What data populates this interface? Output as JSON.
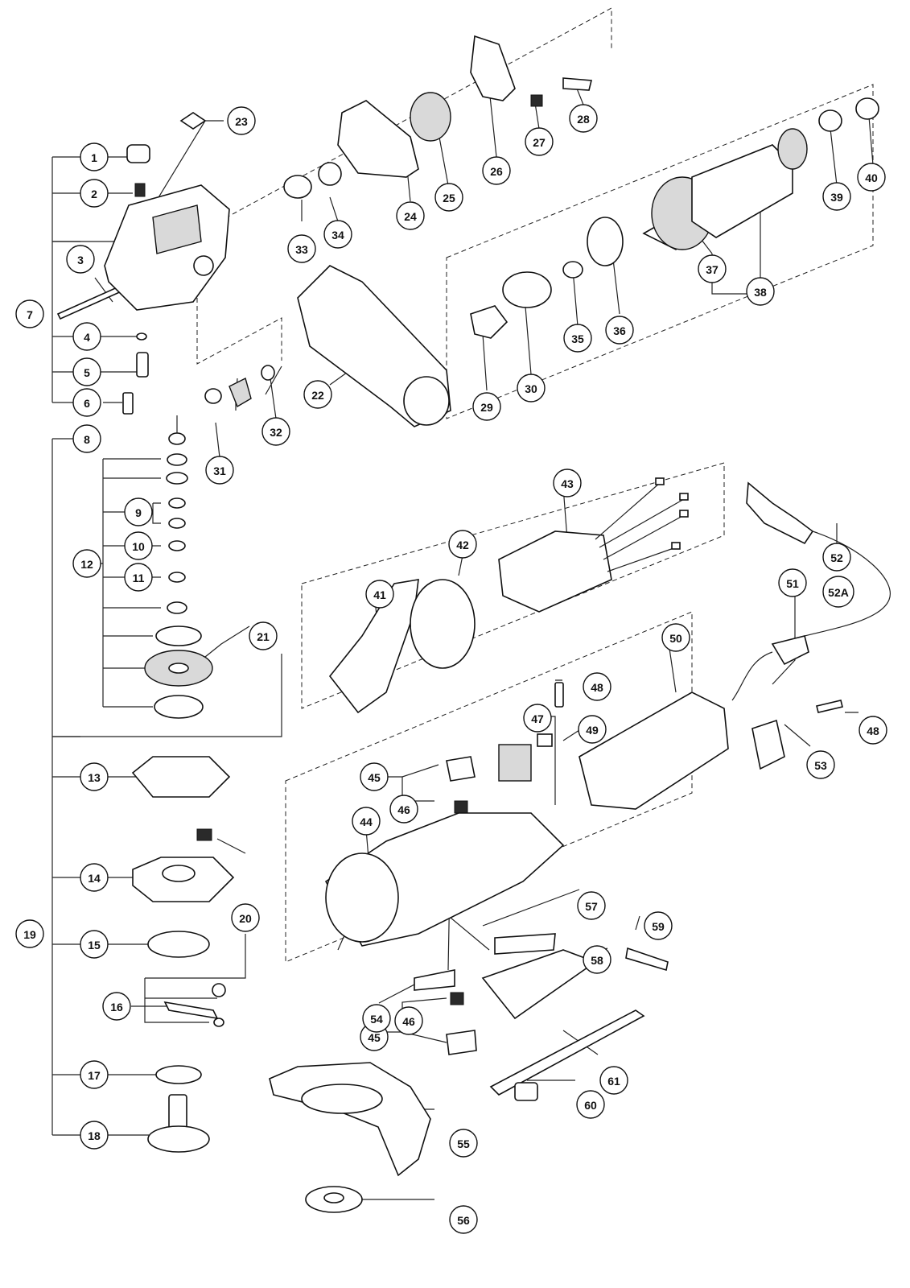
{
  "callouts": [
    {
      "id": "c1",
      "label": "1"
    },
    {
      "id": "c2",
      "label": "2"
    },
    {
      "id": "c3",
      "label": "3"
    },
    {
      "id": "c4",
      "label": "4"
    },
    {
      "id": "c5",
      "label": "5"
    },
    {
      "id": "c6",
      "label": "6"
    },
    {
      "id": "c7",
      "label": "7"
    },
    {
      "id": "c8",
      "label": "8"
    },
    {
      "id": "c9",
      "label": "9"
    },
    {
      "id": "c10",
      "label": "10"
    },
    {
      "id": "c11",
      "label": "11"
    },
    {
      "id": "c12",
      "label": "12"
    },
    {
      "id": "c13",
      "label": "13"
    },
    {
      "id": "c14",
      "label": "14"
    },
    {
      "id": "c15",
      "label": "15"
    },
    {
      "id": "c16",
      "label": "16"
    },
    {
      "id": "c17",
      "label": "17"
    },
    {
      "id": "c18",
      "label": "18"
    },
    {
      "id": "c19",
      "label": "19"
    },
    {
      "id": "c20",
      "label": "20"
    },
    {
      "id": "c21",
      "label": "21"
    },
    {
      "id": "c22",
      "label": "22"
    },
    {
      "id": "c23",
      "label": "23"
    },
    {
      "id": "c24",
      "label": "24"
    },
    {
      "id": "c25",
      "label": "25"
    },
    {
      "id": "c26",
      "label": "26"
    },
    {
      "id": "c27",
      "label": "27"
    },
    {
      "id": "c28",
      "label": "28"
    },
    {
      "id": "c29",
      "label": "29"
    },
    {
      "id": "c30",
      "label": "30"
    },
    {
      "id": "c31",
      "label": "31"
    },
    {
      "id": "c32",
      "label": "32"
    },
    {
      "id": "c33",
      "label": "33"
    },
    {
      "id": "c34",
      "label": "34"
    },
    {
      "id": "c35",
      "label": "35"
    },
    {
      "id": "c36",
      "label": "36"
    },
    {
      "id": "c37",
      "label": "37"
    },
    {
      "id": "c38",
      "label": "38"
    },
    {
      "id": "c39",
      "label": "39"
    },
    {
      "id": "c40",
      "label": "40"
    },
    {
      "id": "c41",
      "label": "41"
    },
    {
      "id": "c42",
      "label": "42"
    },
    {
      "id": "c43",
      "label": "43"
    },
    {
      "id": "c44",
      "label": "44"
    },
    {
      "id": "c45a",
      "label": "45"
    },
    {
      "id": "c46a",
      "label": "46"
    },
    {
      "id": "c45b",
      "label": "45"
    },
    {
      "id": "c46b",
      "label": "46"
    },
    {
      "id": "c47",
      "label": "47"
    },
    {
      "id": "c48a",
      "label": "48"
    },
    {
      "id": "c48b",
      "label": "48"
    },
    {
      "id": "c49",
      "label": "49"
    },
    {
      "id": "c50",
      "label": "50"
    },
    {
      "id": "c51",
      "label": "51"
    },
    {
      "id": "c52",
      "label": "52"
    },
    {
      "id": "c52A",
      "label": "52A"
    },
    {
      "id": "c53",
      "label": "53"
    },
    {
      "id": "c54",
      "label": "54"
    },
    {
      "id": "c55",
      "label": "55"
    },
    {
      "id": "c56",
      "label": "56"
    },
    {
      "id": "c57",
      "label": "57"
    },
    {
      "id": "c58",
      "label": "58"
    },
    {
      "id": "c59",
      "label": "59"
    },
    {
      "id": "c60",
      "label": "60"
    },
    {
      "id": "c61",
      "label": "61"
    }
  ]
}
